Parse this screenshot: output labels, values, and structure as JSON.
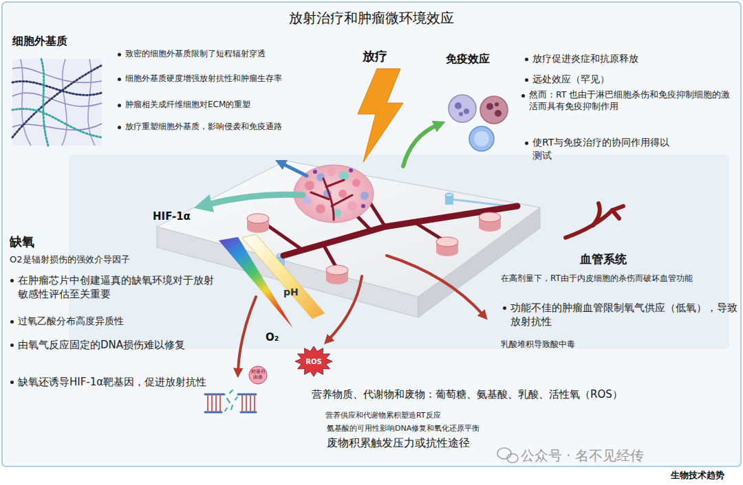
{
  "diagram": {
    "title": "放射治疗和肿瘤微环境效应",
    "nodes": [
      {
        "text": [
          "ROS"
        ]
      },
      {
        "text": [
          "羟基自由基"
        ]
      }
    ],
    "labels": [
      "细胞外基质",
      "致密的细胞外基质限制了短程辐射穿透",
      "细胞外基质硬度增强放射抗性和肿瘤生存率",
      "肿瘤相关成纤维细胞对ECM的重塑",
      "放疗重塑细胞外基质，影响侵袭和免疫通路",
      "放疗",
      "免疫效应",
      "放疗促进炎症和抗原释放",
      "远处效应（罕见）",
      "然而：RT 也由于淋巴细胞杀伤和免疫抑制细胞的激活而具有免疫抑制作用",
      "使RT与免疫治疗的协同作用得以测试",
      "HIF-1α",
      "缺氧",
      "O2是辐射损伤的强效介导因子",
      "在肿瘤芯片中创建逼真的缺氧环境对于放射敏感性评估至关重要",
      "过氧乙酸分布高度异质性",
      "由氧气反应固定的DNA损伤难以修复",
      "缺氧还诱导HIF-1α靶基因，促进放射抗性",
      "pH",
      "O₂",
      "血管系统",
      "在高剂量下，RT由于内皮细胞的杀伤而破坏血管功能",
      "功能不佳的肿瘤血管限制氧气供应（低氧），导致放射抗性",
      "乳酸堆积导致酸中毒",
      "营养物质、代谢物和废物：葡萄糖、氨基酸、乳酸、活性氧（ROS）",
      "营养供应和代谢物累积塑造RT反应",
      "氨基酸的可用性影响DNA修复和氧化还原平衡",
      "废物积累触发压力或抗性途径",
      "公众号 · 名不见经传",
      "生物技术趋势"
    ]
  }
}
